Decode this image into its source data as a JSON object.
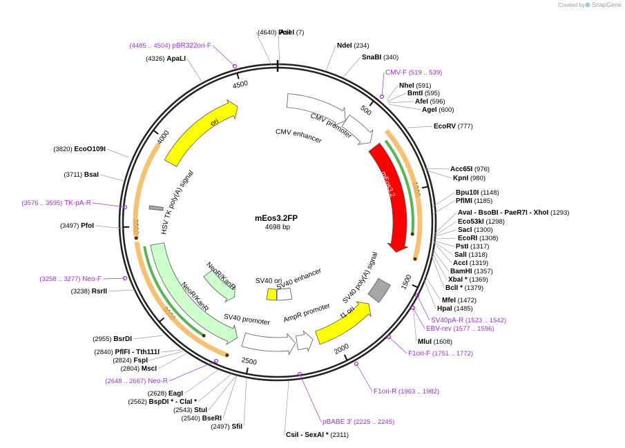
{
  "credit": {
    "prefix": "Created by",
    "brand": "SnapGene"
  },
  "plasmid": {
    "name": "mEos3.2FP",
    "size": "4698 bp",
    "length": 4698
  },
  "ticks": [
    {
      "label": "500",
      "pos": 500
    },
    {
      "label": "1000",
      "pos": 1000
    },
    {
      "label": "1500",
      "pos": 1500
    },
    {
      "label": "2000",
      "pos": 2000
    },
    {
      "label": "2500",
      "pos": 2500
    },
    {
      "label": "3000",
      "pos": 3000
    },
    {
      "label": "3500",
      "pos": 3500
    },
    {
      "label": "4000",
      "pos": 4000
    },
    {
      "label": "4500",
      "pos": 4500
    }
  ],
  "features": [
    {
      "name": "CMV enhancer",
      "start": 60,
      "end": 440,
      "strand": 1,
      "color": "#ffffff",
      "lane": 2
    },
    {
      "name": "CMV promoter",
      "start": 441,
      "end": 644,
      "strand": 1,
      "color": "#ffffff",
      "lane": 2
    },
    {
      "name": "mEos3.2",
      "start": 680,
      "end": 1360,
      "strand": 1,
      "color": "#ff0000",
      "lane": 2
    },
    {
      "name": "SV40 poly(A) signal",
      "start": 1555,
      "end": 1676,
      "strand": 0,
      "color": "#a6a6a6",
      "lane": 2
    },
    {
      "name": "f1 ori",
      "start": 1720,
      "end": 2100,
      "strand": -1,
      "color": "#ffff00",
      "lane": 2
    },
    {
      "name": "AmpR promoter",
      "start": 2130,
      "end": 2230,
      "strand": -1,
      "color": "#ffffff",
      "lane": 2
    },
    {
      "name": "SV40 promoter",
      "start": 2240,
      "end": 2560,
      "strand": -1,
      "color": "#ffffff",
      "lane": 2
    },
    {
      "name": "NeoR/KanR",
      "start": 2600,
      "end": 3390,
      "strand": -1,
      "color": "#ccffcc",
      "lane": 2
    },
    {
      "name": "HSV TK poly(A) signal",
      "start": 3600,
      "end": 3620,
      "strand": 0,
      "color": "#a6a6a6",
      "lane": 2
    },
    {
      "name": "ori",
      "start": 3900,
      "end": 4450,
      "strand": 1,
      "color": "#ffff00",
      "lane": 2
    },
    {
      "name": "SV40 ori",
      "start": 2360,
      "end": 2455,
      "strand": 0,
      "color": "#ffff00",
      "lane": 5
    },
    {
      "name": "SV40 enhancer",
      "start": 2210,
      "end": 2355,
      "strand": 0,
      "color": "#ffffff",
      "lane": 5
    },
    {
      "name": "NeoR/KanR",
      "start": 2740,
      "end": 3050,
      "strand": -1,
      "color": "#ccffcc",
      "lane": 4
    }
  ],
  "orfs": [
    {
      "start": 650,
      "end": 1370,
      "strand": 1,
      "track": "orange"
    },
    {
      "start": 690,
      "end": 1240,
      "strand": 1,
      "track": "green"
    },
    {
      "start": 2620,
      "end": 3420,
      "strand": -1,
      "track": "orange"
    },
    {
      "start": 2780,
      "end": 3390,
      "strand": -1,
      "track": "green"
    },
    {
      "start": 3440,
      "end": 3960,
      "strand": -1,
      "track": "orange"
    }
  ],
  "sites": [
    {
      "name": "PciI",
      "pos": "(4640)",
      "pos_first": true,
      "pt": [
        394,
        96
      ],
      "lt": [
        373,
        50
      ],
      "anchor": "start"
    },
    {
      "name": "AseI",
      "pos": "(7)",
      "pt": [
        405,
        96
      ],
      "lt": [
        405,
        50
      ],
      "anchor": "start"
    },
    {
      "name": "NdeI",
      "pos": "(234)",
      "pt": [
        472,
        103
      ],
      "lt": [
        488,
        69
      ],
      "anchor": "start"
    },
    {
      "name": "SnaBI",
      "pos": "(340)",
      "pt": [
        497,
        112
      ],
      "lt": [
        524,
        86
      ],
      "anchor": "start"
    },
    {
      "name": "NheI",
      "pos": "(591)",
      "pt": [
        560,
        145
      ],
      "lt": [
        578,
        127
      ],
      "anchor": "start"
    },
    {
      "name": "BmtI",
      "pos": "(595)",
      "pt": [
        561,
        147
      ],
      "lt": [
        590,
        138
      ],
      "anchor": "start"
    },
    {
      "name": "AfeI",
      "pos": "(596)",
      "pt": [
        562,
        149
      ],
      "lt": [
        601,
        150
      ],
      "anchor": "start"
    },
    {
      "name": "AgeI",
      "pos": "(600)",
      "pt": [
        563,
        151
      ],
      "lt": [
        611,
        162
      ],
      "anchor": "start"
    },
    {
      "name": "EcoRV",
      "pos": "(777)",
      "pt": [
        590,
        185
      ],
      "lt": [
        628,
        186
      ],
      "anchor": "start"
    },
    {
      "name": "Acc65I",
      "pos": "(976)",
      "pt": [
        614,
        244
      ],
      "lt": [
        652,
        248
      ],
      "anchor": "start"
    },
    {
      "name": "KpnI",
      "pos": "(980)",
      "pt": [
        615,
        246
      ],
      "lt": [
        656,
        261
      ],
      "anchor": "start"
    },
    {
      "name": "Bpu10I",
      "pos": "(1148)",
      "pt": [
        626,
        300
      ],
      "lt": [
        660,
        282
      ],
      "anchor": "start"
    },
    {
      "name": "PflMI",
      "pos": "(1185)",
      "pt": [
        627,
        310
      ],
      "lt": [
        660,
        294
      ],
      "anchor": "start"
    },
    {
      "name": "AvaI  - BsoBI  - PaeR7I  - XhoI",
      "pos": "(1293)",
      "pt": [
        628,
        340
      ],
      "lt": [
        663,
        311
      ],
      "anchor": "start"
    },
    {
      "name": "Eco53kI",
      "pos": "(1298)",
      "pt": [
        628,
        342
      ],
      "lt": [
        663,
        324
      ],
      "anchor": "start"
    },
    {
      "name": "SacI",
      "pos": "(1300)",
      "pt": [
        628,
        343
      ],
      "lt": [
        663,
        336
      ],
      "anchor": "start"
    },
    {
      "name": "EcoRI",
      "pos": "(1308)",
      "pt": [
        628,
        346
      ],
      "lt": [
        663,
        348
      ],
      "anchor": "start"
    },
    {
      "name": "PstI",
      "pos": "(1317)",
      "pt": [
        628,
        349
      ],
      "lt": [
        660,
        360
      ],
      "anchor": "start"
    },
    {
      "name": "SalI",
      "pos": "(1318)",
      "pt": [
        628,
        350
      ],
      "lt": [
        658,
        372
      ],
      "anchor": "start"
    },
    {
      "name": "AccI",
      "pos": "(1319)",
      "pt": [
        628,
        351
      ],
      "lt": [
        656,
        384
      ],
      "anchor": "start"
    },
    {
      "name": "BamHI",
      "pos": "(1357)",
      "pt": [
        627,
        362
      ],
      "lt": [
        652,
        396
      ],
      "anchor": "start"
    },
    {
      "name": "XbaI *",
      "pos": "(1369)",
      "pt": [
        626,
        366
      ],
      "lt": [
        649,
        408
      ],
      "anchor": "start"
    },
    {
      "name": "BclI *",
      "pos": "(1379)",
      "pt": [
        625,
        370
      ],
      "lt": [
        645,
        420
      ],
      "anchor": "start"
    },
    {
      "name": "MfeI",
      "pos": "(1472)",
      "pt": [
        616,
        400
      ],
      "lt": [
        640,
        438
      ],
      "anchor": "start"
    },
    {
      "name": "HpaI",
      "pos": "(1485)",
      "pt": [
        614,
        404
      ],
      "lt": [
        633,
        450
      ],
      "anchor": "start"
    },
    {
      "name": "MluI",
      "pos": "(1608)",
      "pt": [
        598,
        442
      ],
      "lt": [
        605,
        498
      ],
      "anchor": "start"
    },
    {
      "name": "CsiI  - SexAI *",
      "pos": "(2311)",
      "pt": [
        418,
        552
      ],
      "lt": [
        414,
        633
      ],
      "anchor": "start"
    },
    {
      "name": "SfiI",
      "pos": "(2497)",
      "pt": [
        357,
        547
      ],
      "lt": [
        351,
        621
      ],
      "anchor": "end"
    },
    {
      "name": "BseRI",
      "pos": "(2540)",
      "pt": [
        343,
        544
      ],
      "lt": [
        321,
        609
      ],
      "anchor": "end"
    },
    {
      "name": "StuI",
      "pos": "(2543)",
      "pt": [
        342,
        544
      ],
      "lt": [
        300,
        597
      ],
      "anchor": "end"
    },
    {
      "name": "BspDI *  - ClaI *",
      "pos": "(2562)",
      "pt": [
        336,
        541
      ],
      "lt": [
        285,
        585
      ],
      "anchor": "end"
    },
    {
      "name": "EagI",
      "pos": "(2628)",
      "pt": [
        317,
        535
      ],
      "lt": [
        265,
        573
      ],
      "anchor": "end"
    },
    {
      "name": "MscI",
      "pos": "(2804)",
      "pt": [
        270,
        512
      ],
      "lt": [
        227,
        537
      ],
      "anchor": "end"
    },
    {
      "name": "FspI",
      "pos": "(2824)",
      "pt": [
        265,
        509
      ],
      "lt": [
        214,
        525
      ],
      "anchor": "end"
    },
    {
      "name": "PflFI  - Tth111I",
      "pos": "(2840)",
      "pt": [
        262,
        507
      ],
      "lt": [
        231,
        513
      ],
      "anchor": "end"
    },
    {
      "name": "BsrDI",
      "pos": "(2955)",
      "pt": [
        236,
        486
      ],
      "lt": [
        191,
        494
      ],
      "anchor": "end"
    },
    {
      "name": "RsrII",
      "pos": "(3238)",
      "pt": [
        195,
        420
      ],
      "lt": [
        155,
        425
      ],
      "anchor": "end"
    },
    {
      "name": "PfoI",
      "pos": "(3497)",
      "pt": [
        178,
        331
      ],
      "lt": [
        136,
        330
      ],
      "anchor": "end"
    },
    {
      "name": "BsaI",
      "pos": "(3711)",
      "pt": [
        179,
        262
      ],
      "lt": [
        143,
        256
      ],
      "anchor": "end"
    },
    {
      "name": "EcoO109I",
      "pos": "(3820)",
      "pt": [
        186,
        228
      ],
      "lt": [
        153,
        219
      ],
      "anchor": "end"
    },
    {
      "name": "ApaLI",
      "pos": "(4326)",
      "pt": [
        292,
        118
      ],
      "lt": [
        269,
        88
      ],
      "anchor": "end"
    }
  ],
  "primers": [
    {
      "name": "pBR322ori-F",
      "range": "(4485 .. 4504)",
      "pt": [
        340,
        96
      ],
      "lt": [
        306,
        69
      ],
      "anchor": "end"
    },
    {
      "name": "CMV-F",
      "range": "(519 .. 539)",
      "pt": [
        553,
        140
      ],
      "lt": [
        558,
        108
      ],
      "anchor": "start"
    },
    {
      "name": "TK-pA-R",
      "range": "(3576 .. 3595)",
      "pt": [
        181,
        300
      ],
      "lt": [
        132,
        297
      ],
      "anchor": "end"
    },
    {
      "name": "Neo-F",
      "range": "(3258 .. 3277)",
      "pt": [
        181,
        403
      ],
      "lt": [
        147,
        407
      ],
      "anchor": "end"
    },
    {
      "name": "SV40pA-R",
      "range": "(1523 .. 1542)",
      "pt": [
        604,
        428
      ],
      "lt": [
        624,
        467
      ],
      "anchor": "start"
    },
    {
      "name": "EBV-rev",
      "range": "(1577 .. 1596)",
      "pt": [
        598,
        446
      ],
      "lt": [
        617,
        479
      ],
      "anchor": "start"
    },
    {
      "name": "F1ori-F",
      "range": "(1751 .. 1772)",
      "pt": [
        563,
        488
      ],
      "lt": [
        591,
        515
      ],
      "anchor": "start"
    },
    {
      "name": "F1ori-R",
      "range": "(1963 .. 1982)",
      "pt": [
        516,
        527
      ],
      "lt": [
        541,
        570
      ],
      "anchor": "start"
    },
    {
      "name": "pBABE 3'",
      "range": "(2225 .. 2245)",
      "pt": [
        434,
        542
      ],
      "lt": [
        467,
        614
      ],
      "anchor": "start"
    },
    {
      "name": "Neo-R",
      "range": "(2648 .. 2667)",
      "pt": [
        313,
        523
      ],
      "lt": [
        243,
        555
      ],
      "anchor": "end"
    }
  ]
}
